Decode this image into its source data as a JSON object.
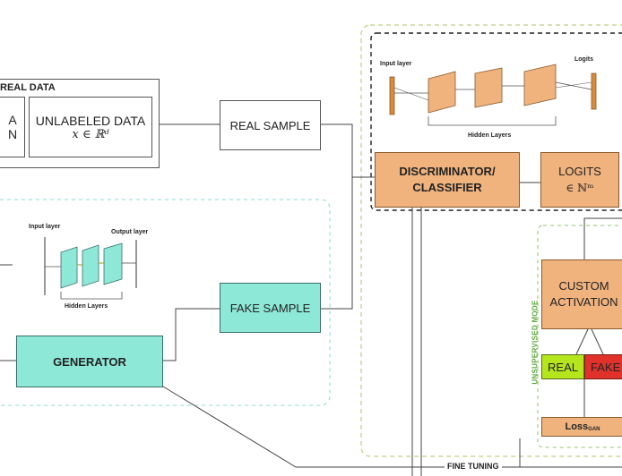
{
  "real_data": {
    "title": "REAL DATA",
    "labeled_partial": [
      "A",
      "N"
    ],
    "unlabeled_title": "UNLABELED DATA",
    "unlabeled_formula": "x ∈ ℝᵈ"
  },
  "real_sample": "REAL SAMPLE",
  "fake_sample": "FAKE SAMPLE",
  "generator": "GENERATOR",
  "generator_net": {
    "input_layer": "Input layer",
    "output_layer": "Output layer",
    "hidden_layers": "Hidden Layers"
  },
  "discriminator_net": {
    "input_layer": "Input layer",
    "logits": "Logits",
    "hidden_layers": "Hidden Layers"
  },
  "discriminator": [
    "DISCRIMINATOR/",
    "CLASSIFIER"
  ],
  "logits_box": [
    "LOGITS",
    "∈ ℕᵐ"
  ],
  "custom_activation": [
    "CUSTOM",
    "ACTIVATION"
  ],
  "unsupervised_mode": "UNSUPERVISED MODE",
  "real_label": "REAL",
  "fake_label": "FAKE",
  "loss": {
    "main": "Loss",
    "sub": "GAN"
  },
  "fine_tuning": "FINE TUNING",
  "colors": {
    "orange": "#f0b37e",
    "cyan": "#8ee8d8",
    "real_green": "#b5e61d",
    "fake_red": "#e0322b",
    "dash_green": "#a7d28a",
    "dash_cyan": "#9fe3dc"
  }
}
